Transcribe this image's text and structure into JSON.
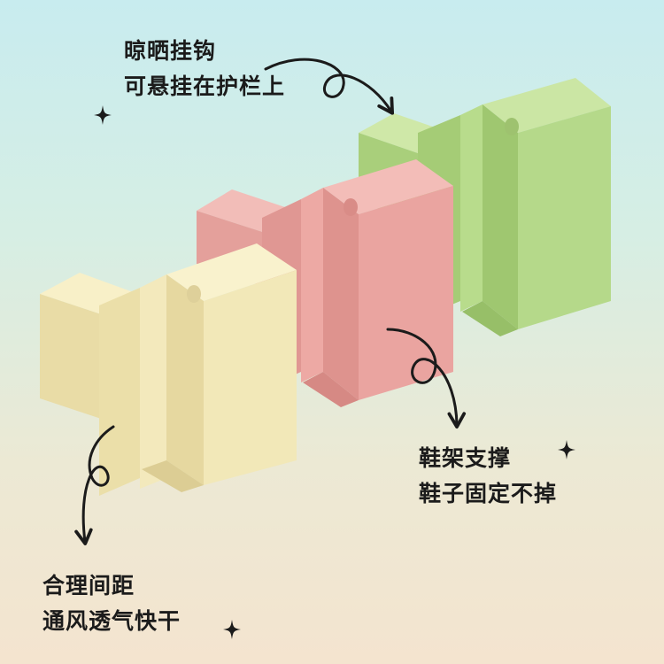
{
  "captions": {
    "top": {
      "line1": "晾晒挂钩",
      "line2": "可悬挂在护栏上"
    },
    "right": {
      "line1": "鞋架支撑",
      "line2": "鞋子固定不掉"
    },
    "left": {
      "line1": "合理间距",
      "line2": "通风透气快干"
    }
  },
  "colors": {
    "hook_yellow": "#f2e8b8",
    "hook_pink": "#eaa4a0",
    "hook_green": "#b5d98a",
    "text": "#1b1b1b"
  },
  "icons": {
    "sparkle": "four-point-star",
    "arrow": "curly-arrow"
  }
}
